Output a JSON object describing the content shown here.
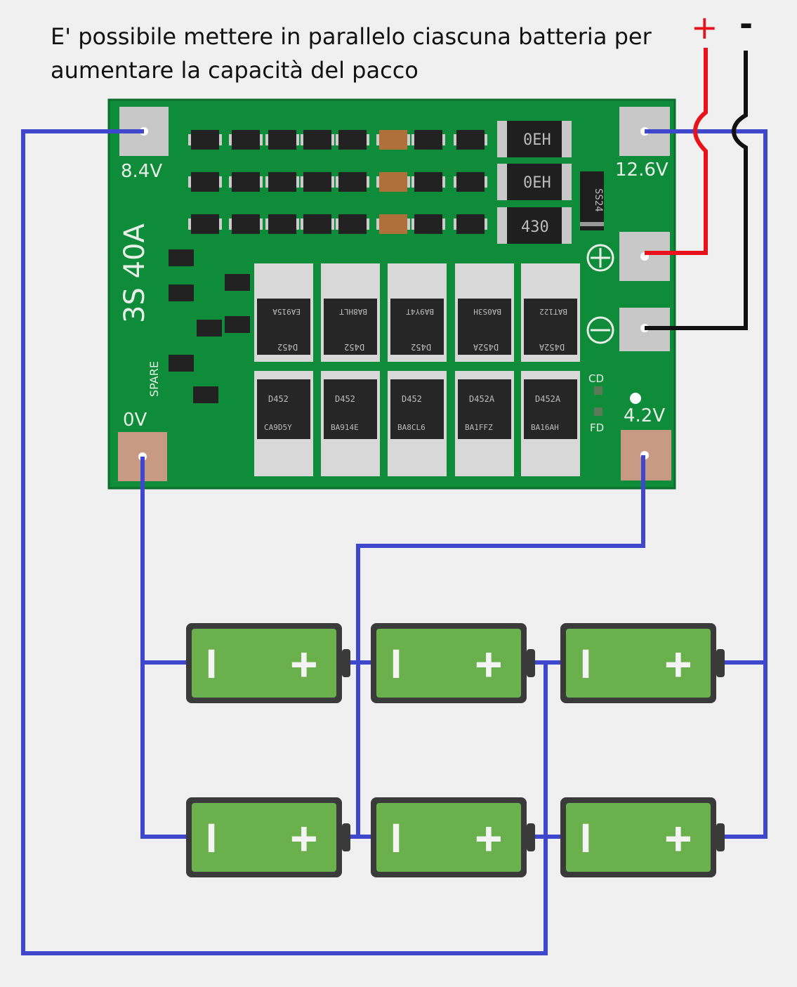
{
  "caption": {
    "line1": "E' possibile mettere in parallelo ciascuna batteria per",
    "line2": "aumentare la capacità del pacco"
  },
  "terminals": {
    "plus": "+",
    "minus": "-"
  },
  "board": {
    "model_label": "3S 40A",
    "spare_label": "SPARE",
    "pads": {
      "v84": "8.4V",
      "v126": "12.6V",
      "v0": "0V",
      "v42": "4.2V",
      "cd": "CD",
      "fd": "FD"
    },
    "resistors": [
      "0EH",
      "0EH",
      "430"
    ],
    "diode": "SS24",
    "mosfets_top": [
      {
        "part": "D452",
        "code": "EA915A"
      },
      {
        "part": "D452",
        "code": "BA8HLT"
      },
      {
        "part": "D452",
        "code": "BA9Y4T"
      },
      {
        "part": "D452A",
        "code": "BA0S3H"
      },
      {
        "part": "D452A",
        "code": "BAT122"
      }
    ],
    "mosfets_bottom": [
      {
        "part": "D452",
        "code": "CA9D5Y"
      },
      {
        "part": "D452",
        "code": "BA914E"
      },
      {
        "part": "D452",
        "code": "BA8CL6"
      },
      {
        "part": "D452A",
        "code": "BA1FFZ"
      },
      {
        "part": "D452A",
        "code": "BA16AH"
      }
    ]
  },
  "batteries": {
    "rows": [
      [
        {
          "neg": "I",
          "pos": "+"
        },
        {
          "neg": "I",
          "pos": "+"
        },
        {
          "neg": "I",
          "pos": "+"
        }
      ],
      [
        {
          "neg": "I",
          "pos": "+"
        },
        {
          "neg": "I",
          "pos": "+"
        },
        {
          "neg": "I",
          "pos": "+"
        }
      ]
    ]
  },
  "colors": {
    "wire": "#3f48cc",
    "positive_wire": "#e8121c",
    "negative_wire": "#111111",
    "pcb": "#0e8c3a",
    "battery_fill": "#6ab04c",
    "battery_border": "#3a3a3a"
  }
}
